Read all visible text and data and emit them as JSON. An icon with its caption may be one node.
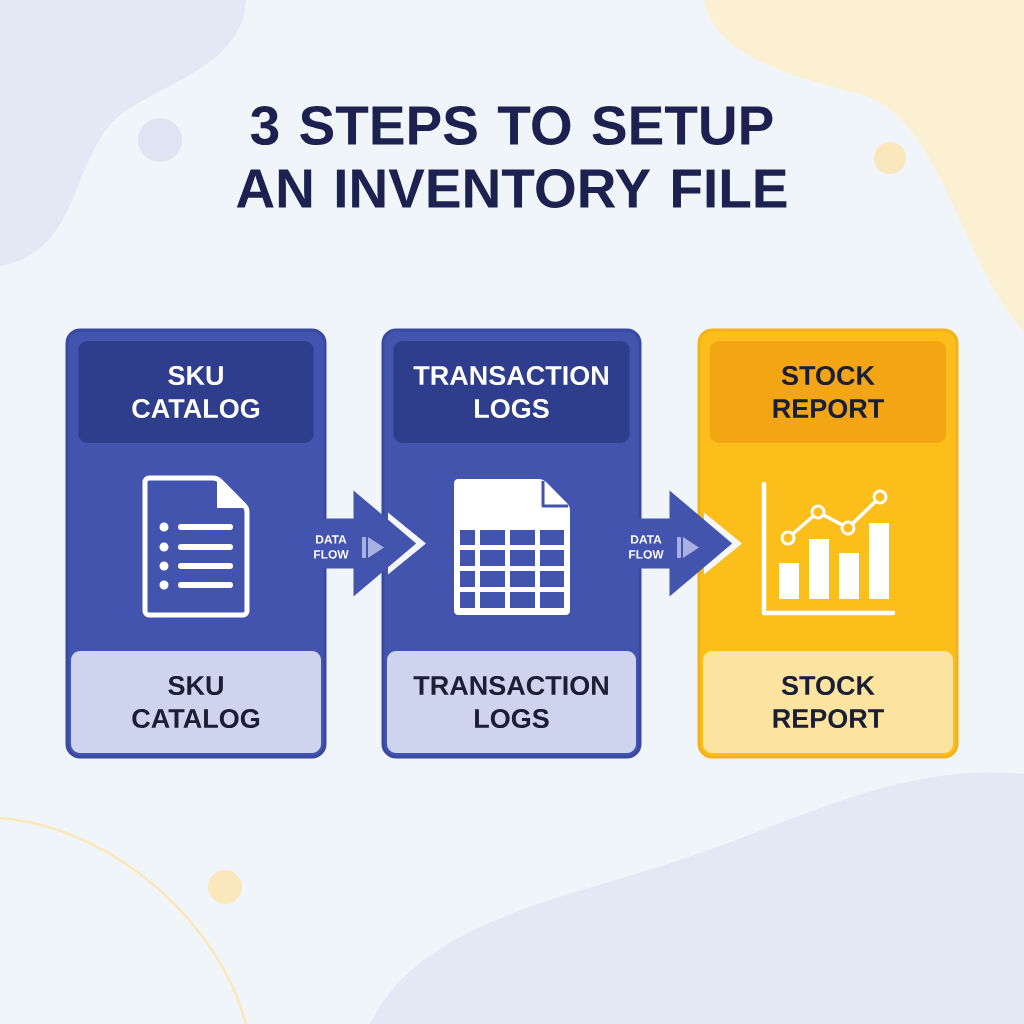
{
  "diagram": {
    "title": "3 STEPS TO SETUP AN INVENTORY FILE",
    "nodes": [
      {
        "text": [],
        "shape": "box"
      },
      {
        "text": [
          "SKU CATALOG"
        ],
        "in": 0
      },
      {
        "text": [
          "SKU CATALOG"
        ],
        "in": 0
      },
      {
        "text": [],
        "shape": "box"
      },
      {
        "text": [
          "TRANSACTION LOGS"
        ],
        "in": 3
      },
      {
        "text": [
          "TRANSACTION LOGS"
        ],
        "in": 3
      },
      {
        "text": [],
        "shape": "box"
      },
      {
        "text": [
          "STOCK REPORT"
        ],
        "in": 6
      },
      {
        "text": [
          "STOCK REPORT"
        ],
        "in": 6
      }
    ],
    "edges": [
      {
        "from": 0,
        "to": 3,
        "arrow": "to",
        "label": "DATA FLOW"
      },
      {
        "from": 3,
        "to": 6,
        "arrow": "to",
        "label": "DATA FLOW"
      }
    ]
  }
}
